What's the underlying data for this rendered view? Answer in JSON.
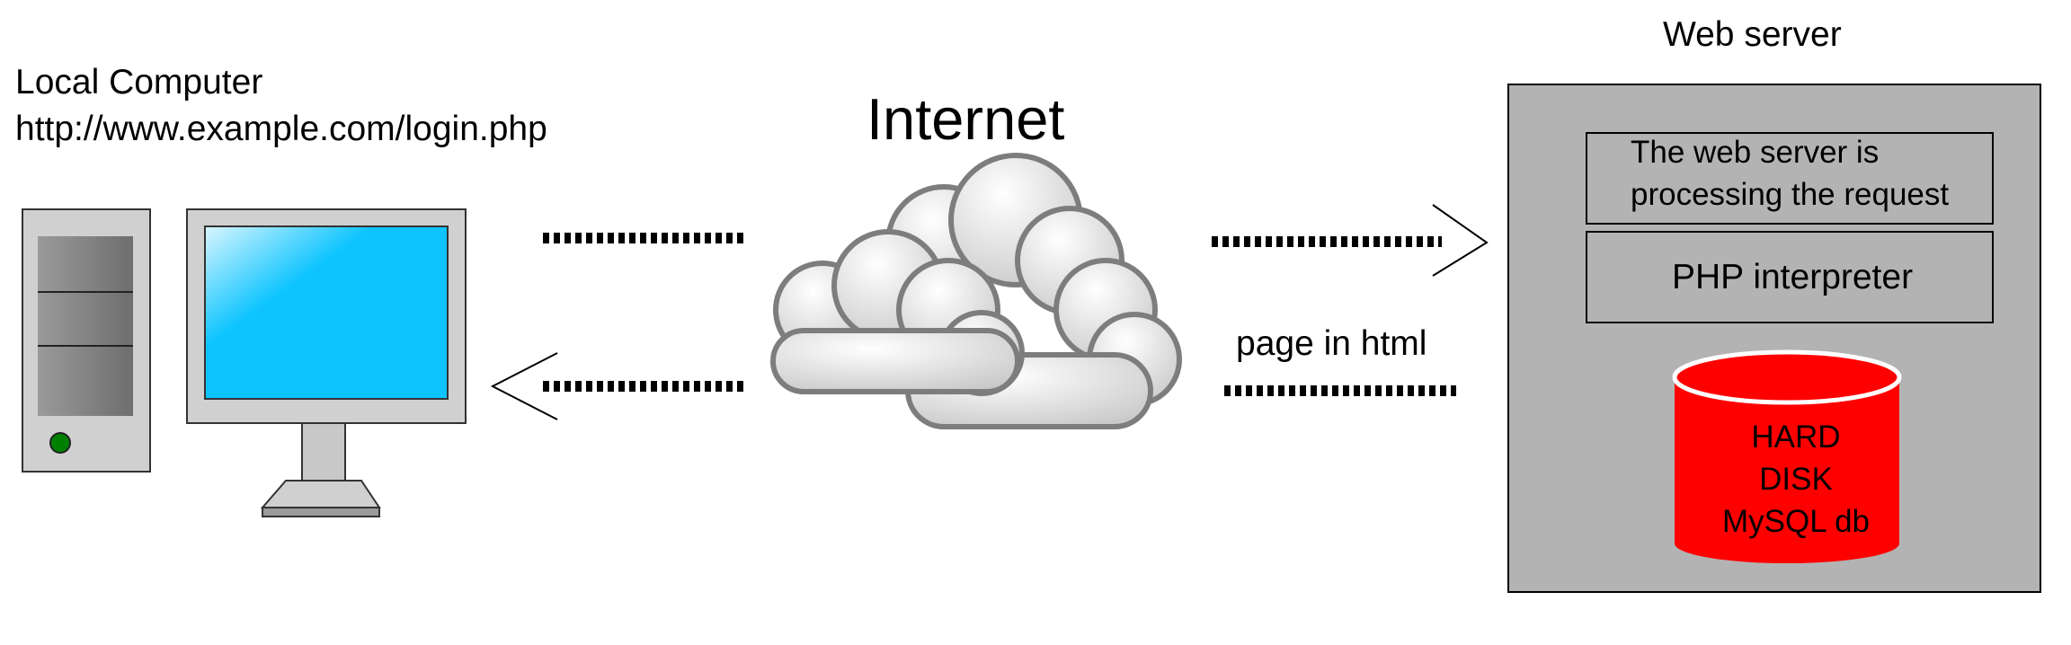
{
  "client": {
    "title": "Local Computer",
    "url": "http://www.example.com/login.php"
  },
  "network": {
    "title": "Internet",
    "response_label": "page in html"
  },
  "server": {
    "title": "Web server",
    "status": [
      "The web server is",
      "processing the request"
    ],
    "interpreter": "PHP interpreter",
    "disk": [
      "HARD",
      "DISK",
      "MySQL db"
    ]
  },
  "colors": {
    "monitor_screen": "#0ec4ff",
    "server_panel": "#b3b3b3",
    "disk_red": "#ff0000",
    "power_led": "#008000",
    "cloud": "#e6e6e6"
  },
  "icons": [
    "computer-tower-icon",
    "monitor-icon",
    "cloud-icon",
    "database-icon",
    "arrowhead-icon"
  ]
}
